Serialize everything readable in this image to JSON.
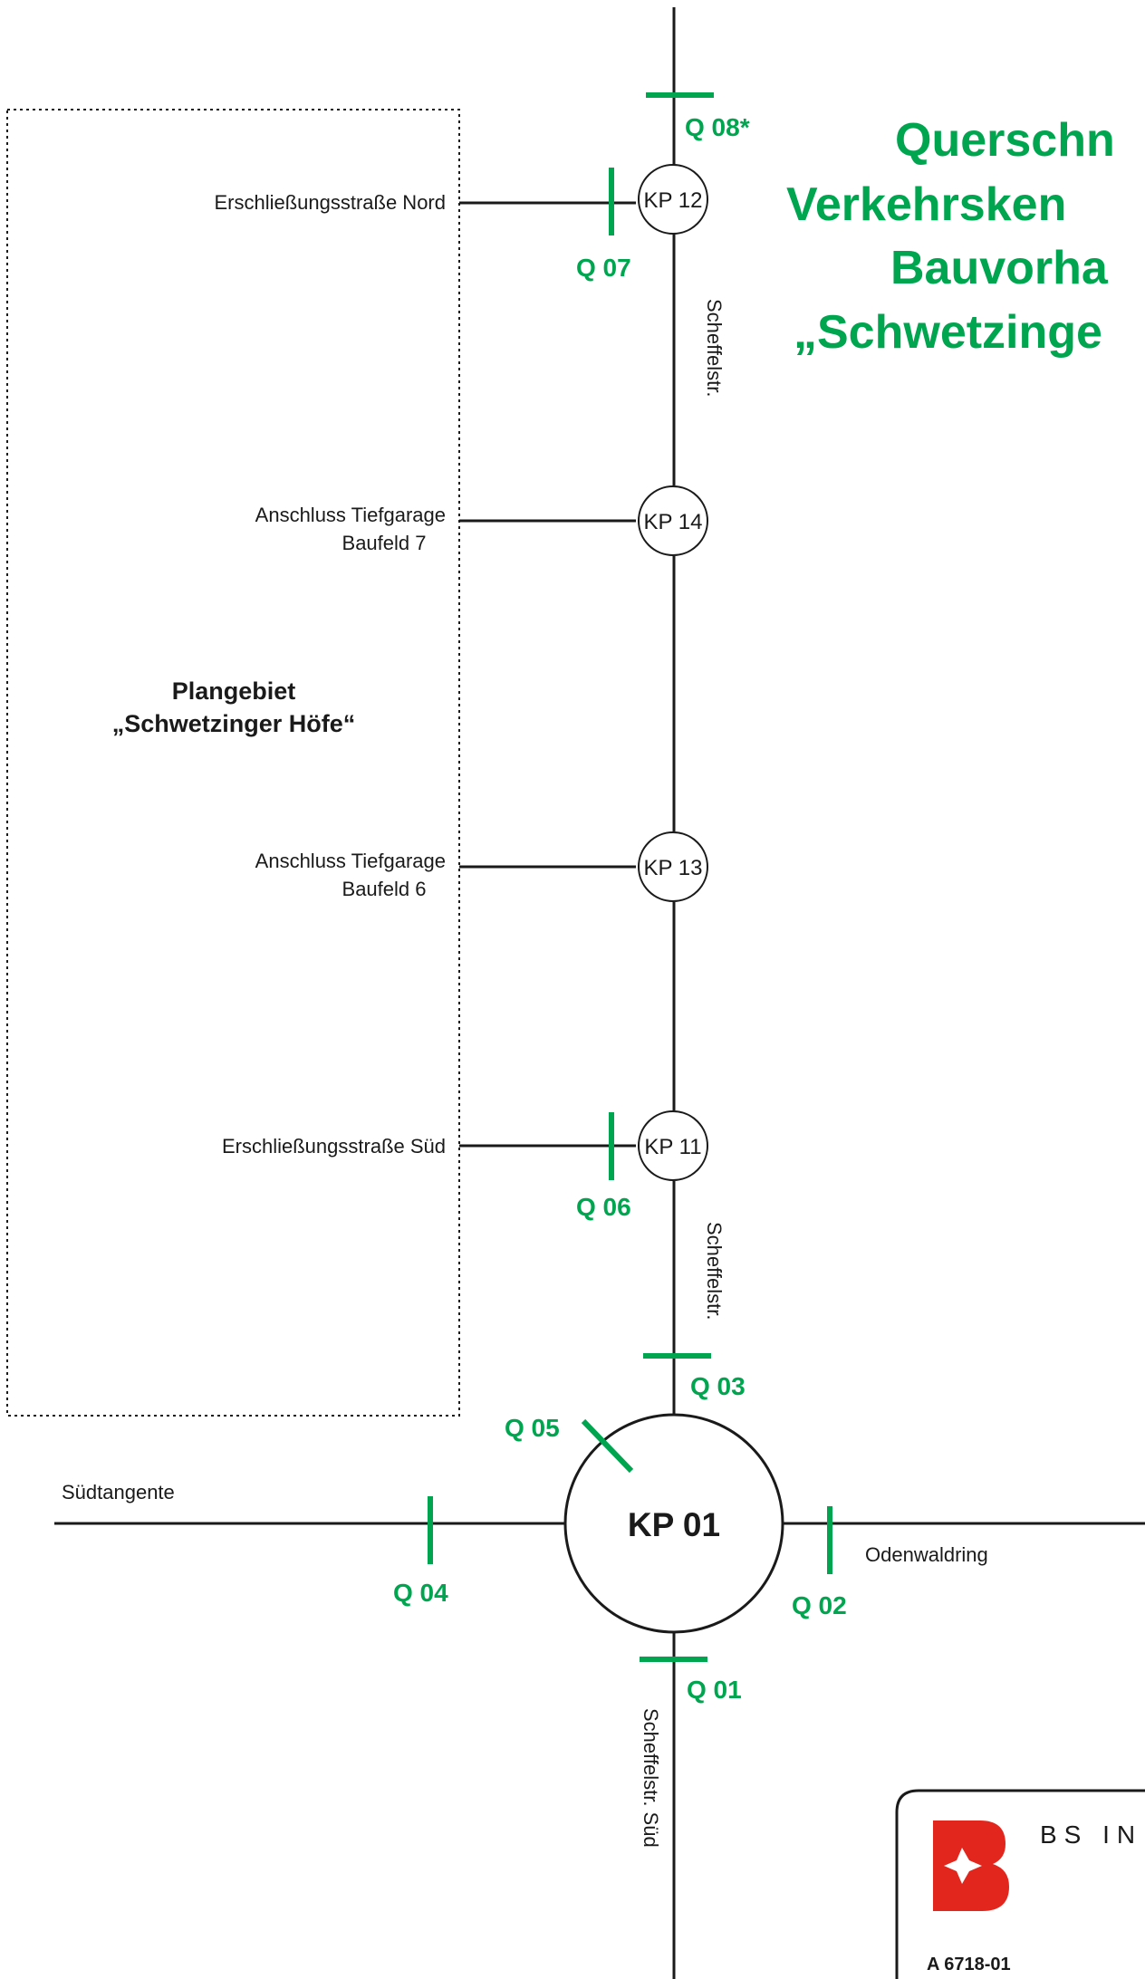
{
  "title": {
    "lines": [
      "Querschn",
      "Verkehrsken",
      "Bauvorha",
      "„Schwetzinge"
    ]
  },
  "plan_area": {
    "name_line1": "Plangebiet",
    "name_line2": "„Schwetzinger Höfe“"
  },
  "streets": {
    "north_access": "Erschließungsstraße Nord",
    "garage_bf7_line1": "Anschluss Tiefgarage",
    "garage_bf7_line2": "Baufeld 7",
    "garage_bf6_line1": "Anschluss Tiefgarage",
    "garage_bf6_line2": "Baufeld 6",
    "south_access": "Erschließungsstraße Süd",
    "scheffelstr_upper": "Scheffelstr.",
    "scheffelstr_lower": "Scheffelstr.",
    "suedtangente": "Südtangente",
    "odenwaldring": "Odenwaldring",
    "scheffelstr_sued": "Scheffelstr. Süd"
  },
  "nodes": {
    "kp12": "KP 12",
    "kp14": "KP 14",
    "kp13": "KP 13",
    "kp11": "KP 11",
    "kp01": "KP 01"
  },
  "cross_sections": {
    "q01": "Q 01",
    "q02": "Q 02",
    "q03": "Q 03",
    "q04": "Q 04",
    "q05": "Q 05",
    "q06": "Q 06",
    "q07": "Q 07",
    "q08": "Q 08*"
  },
  "title_block": {
    "company": "BS IN",
    "project_number": "A 6718-01"
  },
  "colors": {
    "accent_green": "#00a550",
    "line": "#1a1a1a",
    "logo_red": "#e2261d"
  }
}
